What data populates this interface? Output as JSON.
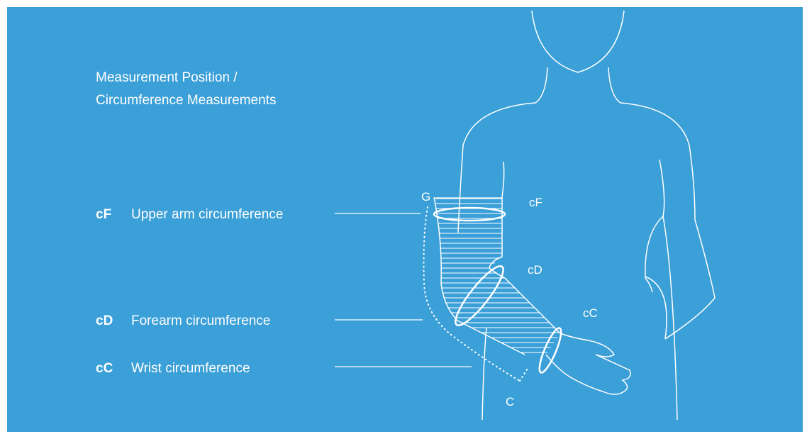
{
  "title": {
    "line1": "Measurement Position /",
    "line2": "Circumference Measurements"
  },
  "legend": [
    {
      "code": "cF",
      "description": "Upper arm circumference"
    },
    {
      "code": "cD",
      "description": "Forearm circumference"
    },
    {
      "code": "cC",
      "description": "Wrist circumference"
    }
  ],
  "diagram_labels": {
    "point_g": "G",
    "point_c": "C",
    "cf": "cF",
    "cd": "cD",
    "cc": "cC"
  },
  "colors": {
    "background": "#3b9fd8",
    "line": "#ffffff"
  }
}
